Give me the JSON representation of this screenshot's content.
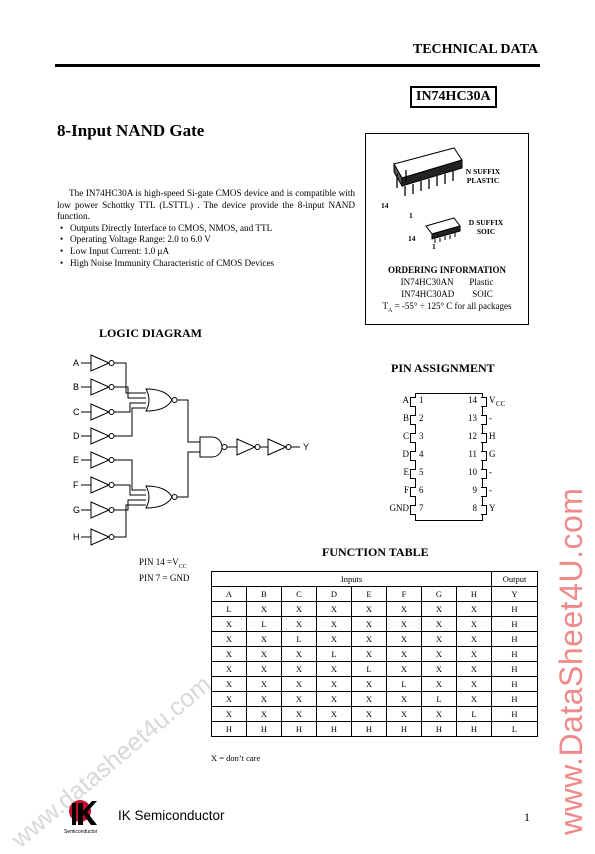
{
  "header": {
    "title": "TECHNICAL DATA",
    "part_number": "IN74HC30A"
  },
  "product_title": "8-Input NAND Gate",
  "description": {
    "intro": "The IN74HC30A is high-speed Si-gate CMOS device and is compatible with low power Schottky TTL (LSTTL) . The device provide the 8-input NAND function.",
    "bullets": [
      "Outputs Directly Interface to CMOS, NMOS, and TTL",
      "Operating Voltage Range: 2.0 to 6.0 V",
      "Low Input Current: 1.0 μA",
      "High Noise Immunity Characteristic of CMOS Devices"
    ]
  },
  "packages": {
    "n_suffix": "N SUFFIX",
    "n_type": "PLASTIC",
    "d_suffix": "D SUFFIX",
    "d_type": "SOIC",
    "pin14": "14",
    "pin1": "1"
  },
  "ordering": {
    "title": "ORDERING INFORMATION",
    "rows": [
      {
        "part": "IN74HC30AN",
        "package": "Plastic"
      },
      {
        "part": "IN74HC30AD",
        "package": "SOIC"
      }
    ],
    "temp_prefix": "T",
    "temp_sub": "A",
    "temp_text": " = -55° ÷ 125° C for all packages"
  },
  "logic_diagram": {
    "title": "LOGIC DIAGRAM",
    "inputs": [
      "A",
      "B",
      "C",
      "D",
      "E",
      "F",
      "G",
      "H"
    ],
    "output": "Y",
    "pin_note_vcc": "PIN 14 =V",
    "pin_note_vcc_sub": "CC",
    "pin_note_gnd": "PIN 7 = GND"
  },
  "pin_assignment": {
    "title": "PIN ASSIGNMENT",
    "left": [
      {
        "name": "A",
        "num": "1"
      },
      {
        "name": "B",
        "num": "2"
      },
      {
        "name": "C",
        "num": "3"
      },
      {
        "name": "D",
        "num": "4"
      },
      {
        "name": "E",
        "num": "5"
      },
      {
        "name": "F",
        "num": "6"
      },
      {
        "name": "GND",
        "num": "7"
      }
    ],
    "right": [
      {
        "num": "14",
        "name": "V",
        "sub": "CC"
      },
      {
        "num": "13",
        "name": "-"
      },
      {
        "num": "12",
        "name": "H"
      },
      {
        "num": "11",
        "name": "G"
      },
      {
        "num": "10",
        "name": "-"
      },
      {
        "num": "9",
        "name": "-"
      },
      {
        "num": "8",
        "name": "Y"
      }
    ]
  },
  "function_table": {
    "title": "FUNCTION TABLE",
    "inputs_header": "Inputs",
    "output_header": "Output",
    "columns": [
      "A",
      "B",
      "C",
      "D",
      "E",
      "F",
      "G",
      "H",
      "Y"
    ],
    "rows": [
      [
        "L",
        "X",
        "X",
        "X",
        "X",
        "X",
        "X",
        "X",
        "H"
      ],
      [
        "X",
        "L",
        "X",
        "X",
        "X",
        "X",
        "X",
        "X",
        "H"
      ],
      [
        "X",
        "X",
        "L",
        "X",
        "X",
        "X",
        "X",
        "X",
        "H"
      ],
      [
        "X",
        "X",
        "X",
        "L",
        "X",
        "X",
        "X",
        "X",
        "H"
      ],
      [
        "X",
        "X",
        "X",
        "X",
        "L",
        "X",
        "X",
        "X",
        "H"
      ],
      [
        "X",
        "X",
        "X",
        "X",
        "X",
        "L",
        "X",
        "X",
        "H"
      ],
      [
        "X",
        "X",
        "X",
        "X",
        "X",
        "X",
        "L",
        "X",
        "H"
      ],
      [
        "X",
        "X",
        "X",
        "X",
        "X",
        "X",
        "X",
        "L",
        "H"
      ],
      [
        "H",
        "H",
        "H",
        "H",
        "H",
        "H",
        "H",
        "H",
        "L"
      ]
    ],
    "note": "X = don’t care"
  },
  "footer": {
    "company": "IK Semiconductor",
    "logo_text": "IK",
    "logo_sub": "Semiconductor",
    "page": "1"
  },
  "watermarks": {
    "side": "www.DataSheet4U.com",
    "diagonal": "www.datasheet4u.com"
  }
}
